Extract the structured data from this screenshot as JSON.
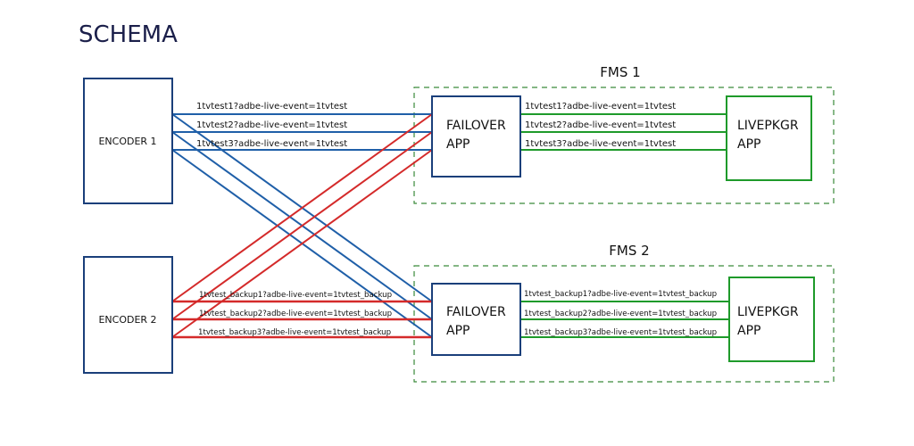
{
  "title": "SCHEMA",
  "colors": {
    "primary_stream": "#1f5fa8",
    "backup_stream": "#d42a2a",
    "internal_stream": "#1e9a2a",
    "box_blue": "#1a3f7a",
    "box_green": "#1e9a2a",
    "dashed_group": "#3a8a3a"
  },
  "encoders": [
    {
      "id": "encoder1",
      "label": "ENCODER 1"
    },
    {
      "id": "encoder2",
      "label": "ENCODER 2"
    }
  ],
  "servers": [
    {
      "id": "fms1",
      "label": "FMS 1",
      "failover_label": [
        "FAILOVER",
        "APP"
      ],
      "livepkgr_label": [
        "LIVEPKGR",
        "APP"
      ],
      "streams": [
        "1tvtest1?adbe-live-event=1tvtest",
        "1tvtest2?adbe-live-event=1tvtest",
        "1tvtest3?adbe-live-event=1tvtest"
      ]
    },
    {
      "id": "fms2",
      "label": "FMS 2",
      "failover_label": [
        "FAILOVER",
        "APP"
      ],
      "livepkgr_label": [
        "LIVEPKGR",
        "APP"
      ],
      "streams": [
        "1tvtest_backup1?adbe-live-event=1tvtest_backup",
        "1tvtest_backup2?adbe-live-event=1tvtest_backup",
        "1tvtest_backup3?adbe-live-event=1tvtest_backup"
      ]
    }
  ],
  "encoder_streams": {
    "encoder1": [
      "1tvtest1?adbe-live-event=1tvtest",
      "1tvtest2?adbe-live-event=1tvtest",
      "1tvtest3?adbe-live-event=1tvtest"
    ],
    "encoder2": [
      "1tvtest_backup1?adbe-live-event=1tvtest_backup",
      "1tvtest_backup2?adbe-live-event=1tvtest_backup",
      "1tvtest_backup3?adbe-live-event=1tvtest_backup"
    ]
  }
}
